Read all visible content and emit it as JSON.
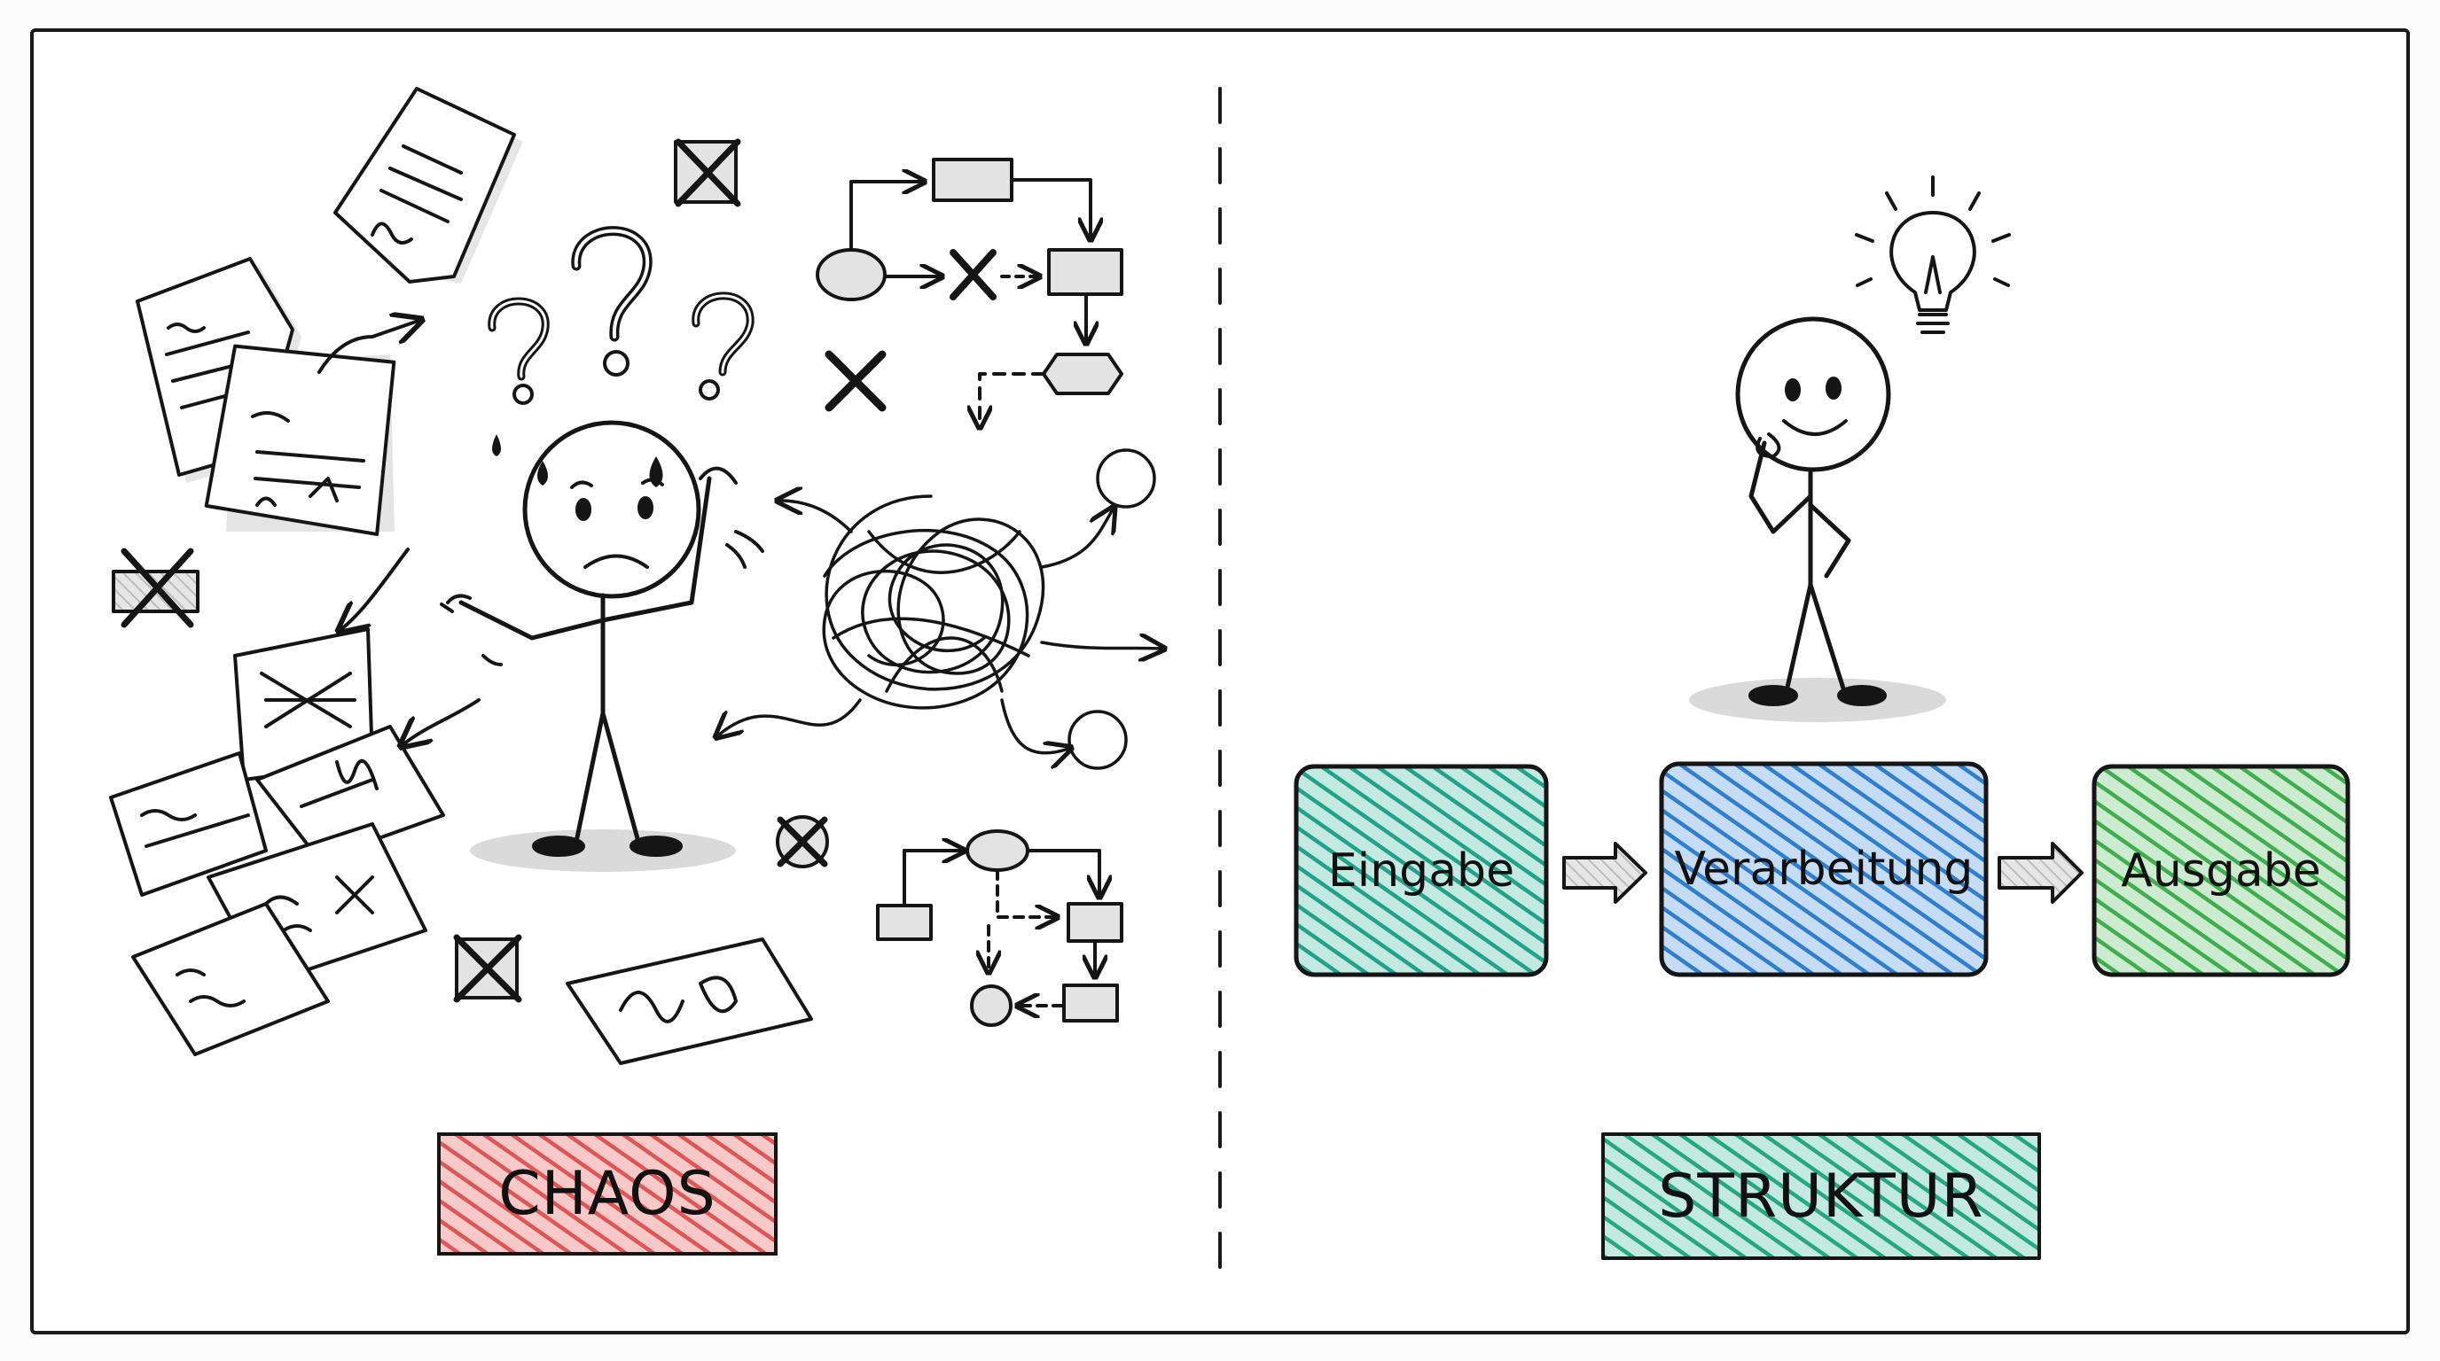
{
  "labels": {
    "chaos": "CHAOS",
    "struktur": "STRUKTUR"
  },
  "process": {
    "steps": [
      "Eingabe",
      "Verarbeitung",
      "Ausgabe"
    ]
  },
  "colors": {
    "ink": "#151515",
    "chaos_red": "#e05555",
    "struktur_teal": "#25a882",
    "eingabe_teal": "#20a38a",
    "verarbeitung_blue": "#2f7fd0",
    "ausgabe_green": "#3fae4e",
    "paper": "#ffffff",
    "shadow": "#d8d8d8"
  }
}
